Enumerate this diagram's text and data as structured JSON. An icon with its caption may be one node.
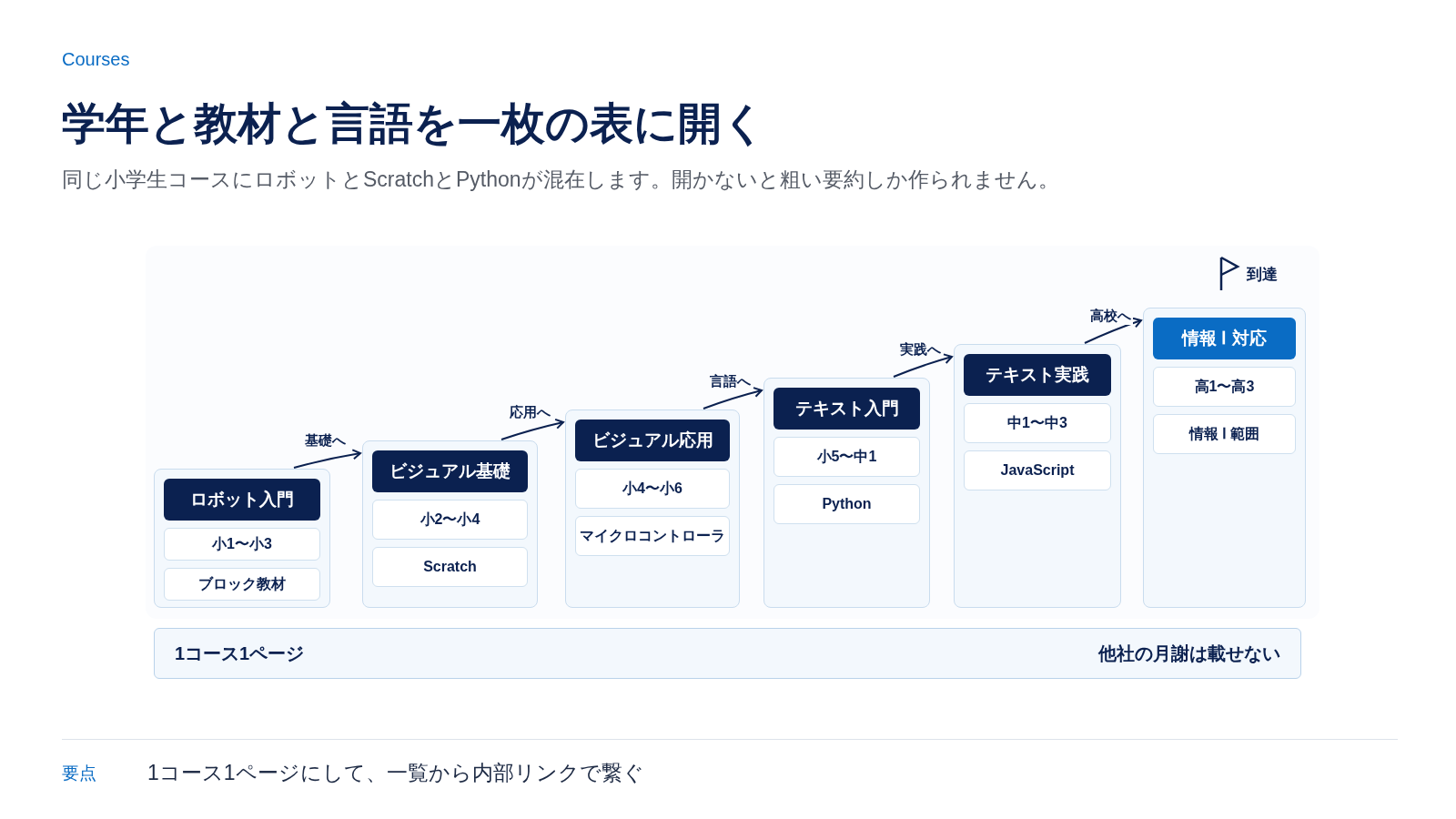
{
  "diagram": {
    "title": "学年と教材と言語を一枚の表に開く",
    "nodes": [
      {
        "text": [],
        "shape": "box"
      },
      {
        "text": [
          "ロボット入門"
        ],
        "in": 0
      },
      {
        "text": [
          "小1〜小3"
        ],
        "in": 0
      },
      {
        "text": [
          "ブロック教材"
        ],
        "in": 0
      },
      {
        "text": [],
        "shape": "box"
      },
      {
        "text": [
          "ビジュアル基礎"
        ],
        "in": 4
      },
      {
        "text": [
          "小2〜小4"
        ],
        "in": 4
      },
      {
        "text": [
          "Scratch"
        ],
        "in": 4
      },
      {
        "text": [],
        "shape": "box"
      },
      {
        "text": [
          "ビジュアル応用"
        ],
        "in": 8
      },
      {
        "text": [
          "小4〜小6"
        ],
        "in": 8
      },
      {
        "text": [
          "マイクロコントローラ"
        ],
        "in": 8
      },
      {
        "text": [],
        "shape": "box"
      },
      {
        "text": [
          "テキスト入門"
        ],
        "in": 12
      },
      {
        "text": [
          "小5〜中1"
        ],
        "in": 12
      },
      {
        "text": [
          "Python"
        ],
        "in": 12
      },
      {
        "text": [],
        "shape": "box"
      },
      {
        "text": [
          "テキスト実践"
        ],
        "in": 16
      },
      {
        "text": [
          "中1〜中3"
        ],
        "in": 16
      },
      {
        "text": [
          "JavaScript"
        ],
        "in": 16
      },
      {
        "text": [],
        "shape": "box"
      },
      {
        "text": [
          "情報 Ⅰ 対応"
        ],
        "in": 20
      },
      {
        "text": [
          "高1〜高3"
        ],
        "in": 20
      },
      {
        "text": [
          "情報 Ⅰ 範囲"
        ],
        "in": 20
      },
      {
        "text": [
          "1コース1ページ",
          "他社の月謝は載せない"
        ]
      }
    ],
    "edges": [
      {
        "from": 0,
        "to": 4,
        "arrow": "to",
        "label": "基礎へ"
      },
      {
        "from": 4,
        "to": 8,
        "arrow": "to",
        "label": "応用へ"
      },
      {
        "from": 8,
        "to": 12,
        "arrow": "to",
        "label": "言語へ"
      },
      {
        "from": 12,
        "to": 16,
        "arrow": "to",
        "label": "実践へ"
      },
      {
        "from": 16,
        "to": 20,
        "arrow": "to",
        "label": "高校へ"
      }
    ],
    "labels": [
      "Courses",
      "同じ小学生コースにロボットとScratchとPythonが混在します。開かないと粗い要約しか作られません。",
      "到達",
      "要点",
      "1コース1ページにして、一覧から内部リンクで繋ぐ"
    ]
  }
}
